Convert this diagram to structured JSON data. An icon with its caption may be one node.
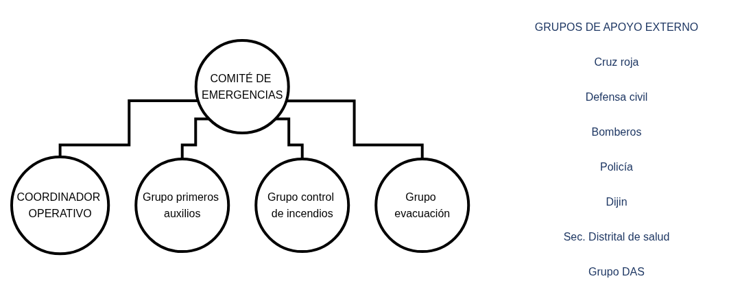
{
  "diagram": {
    "nodes": [
      {
        "text": [
          "COMITÉ DE EMERGENCIAS"
        ]
      },
      {
        "text": [
          "COORDINADOR OPERATIVO"
        ]
      },
      {
        "text": [
          "Grupo primeros auxilios"
        ]
      },
      {
        "text": [
          "Grupo control de incendios"
        ]
      },
      {
        "text": [
          "Grupo evacuación"
        ]
      }
    ],
    "edges": [
      {
        "from": 0,
        "to": 1,
        "arrow": "none"
      },
      {
        "from": 0,
        "to": 2,
        "arrow": "none"
      },
      {
        "from": 0,
        "to": 3,
        "arrow": "none"
      },
      {
        "from": 0,
        "to": 4,
        "arrow": "none"
      }
    ],
    "labels": [
      "GRUPOS DE APOYO EXTERNO",
      "Cruz roja",
      "Defensa civil",
      "Bomberos",
      "Policía",
      "Dijin",
      "Sec. Distrital de salud",
      "Grupo DAS"
    ]
  }
}
